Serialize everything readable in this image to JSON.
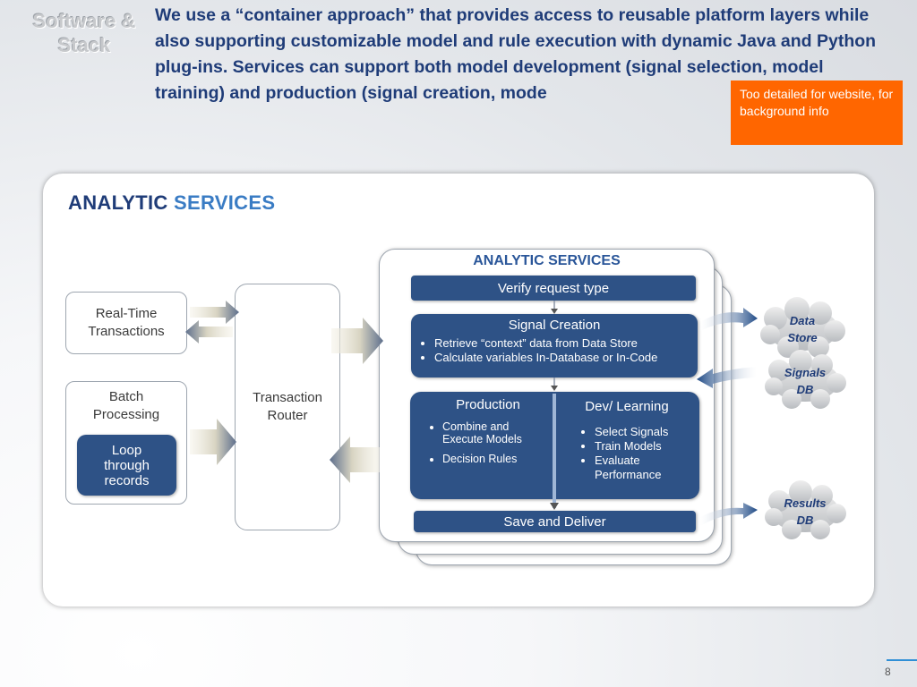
{
  "slide": {
    "title": "Software &\nStack",
    "intro": "We use a “container approach” that provides access to reusable platform layers while also supporting customizable model and rule execution with dynamic Java and Python plug-ins. Services can support both model development (signal selection, model training) and production (signal creation, mode",
    "note": "Too detailed for website, for background info",
    "page_number": "8"
  },
  "diagram": {
    "panel_title_word1": "ANALYTIC",
    "panel_title_word2": "SERVICES",
    "inputs": {
      "realtime": "Real-Time Transactions",
      "batch_title": "Batch Processing",
      "batch_loop": "Loop through records"
    },
    "router": "Transaction Router",
    "services": {
      "title": "ANALYTIC SERVICES",
      "verify": "Verify request type",
      "signal_title": "Signal Creation",
      "signal_items": [
        "Retrieve “context” data from Data Store",
        "Calculate variables In-Database or In-Code"
      ],
      "production_title": "Production",
      "production_items": [
        "Combine and Execute Models",
        "Decision Rules"
      ],
      "dev_title": "Dev/ Learning",
      "dev_items": [
        "Select Signals",
        "Train Models",
        "Evaluate Performance"
      ],
      "save": "Save and Deliver"
    },
    "stores": {
      "data_store": "Data Store",
      "signals_db": "Signals DB",
      "results_db": "Results DB"
    },
    "colors": {
      "navy": "#2e5286",
      "orange": "#ff6600",
      "title_blue": "#1f3c78"
    }
  }
}
